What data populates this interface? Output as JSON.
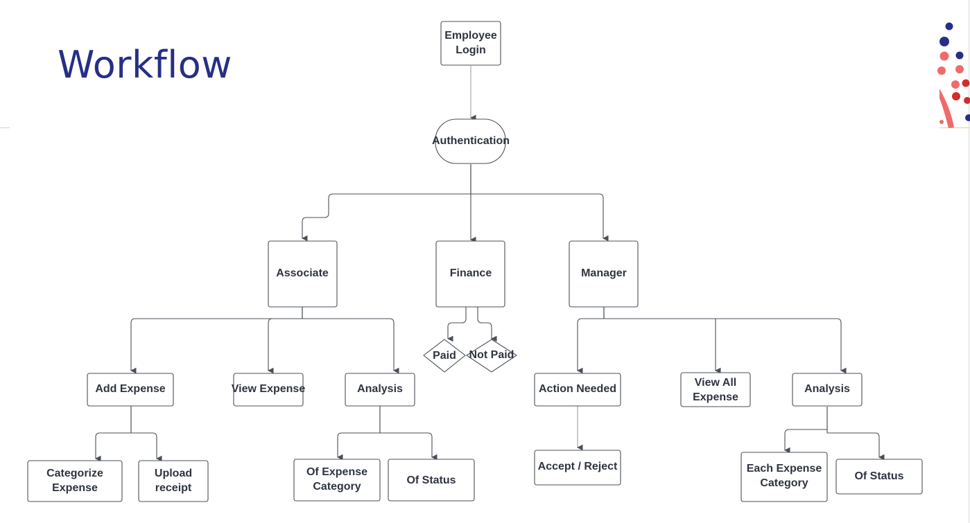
{
  "slide": {
    "title": "Workflow"
  },
  "nodes": {
    "employee_login": [
      "Employee",
      "Login"
    ],
    "authentication": [
      "Authentication"
    ],
    "associate": [
      "Associate"
    ],
    "finance": [
      "Finance"
    ],
    "manager": [
      "Manager"
    ],
    "paid": [
      "Paid"
    ],
    "not_paid": [
      "Not Paid"
    ],
    "add_expense": [
      "Add Expense"
    ],
    "view_expense": [
      "View Expense"
    ],
    "associate_analysis": [
      "Analysis"
    ],
    "action_needed": [
      "Action Needed"
    ],
    "view_all_expense": [
      "View All",
      "Expense"
    ],
    "manager_analysis": [
      "Analysis"
    ],
    "categorize_expense": [
      "Categorize",
      "Expense"
    ],
    "upload_receipt": [
      "Upload",
      "receipt"
    ],
    "of_expense_category": [
      "Of Expense",
      "Category"
    ],
    "associate_of_status": [
      "Of Status"
    ],
    "accept_reject": [
      "Accept / Reject"
    ],
    "each_expense_category": [
      "Each Expense",
      "Category"
    ],
    "manager_of_status": [
      "Of Status"
    ]
  },
  "colors": {
    "title": "#262f86",
    "navy_dot": "#262f86",
    "coral_dot": "#ef6b6b",
    "red_dot": "#d62b2b"
  }
}
